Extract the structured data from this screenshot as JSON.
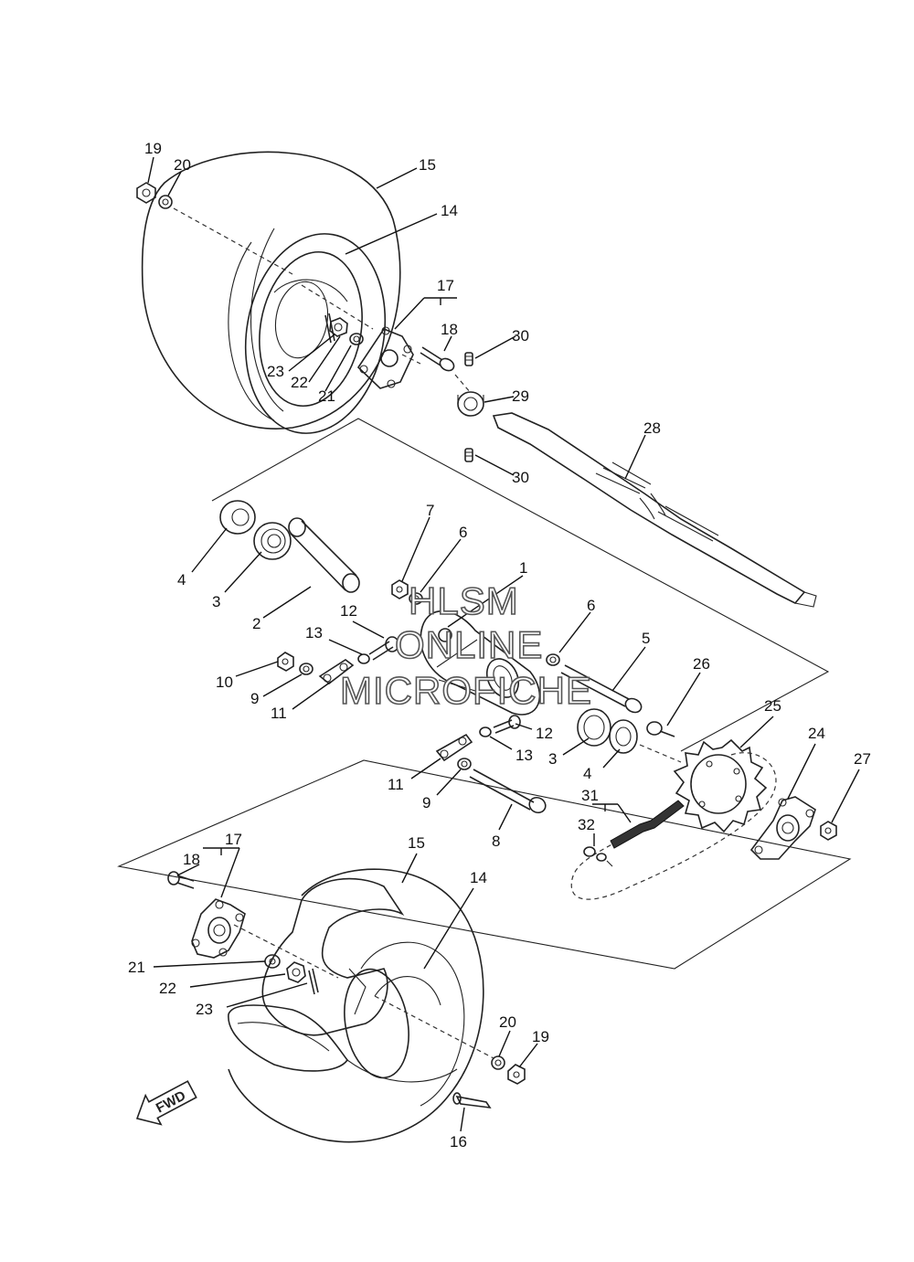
{
  "watermark": {
    "line1": "HLSM",
    "line2": "ONLINE",
    "line3": "MICROFICHE"
  },
  "direction_label": "FWD",
  "callouts": {
    "c1": "1",
    "c2": "2",
    "c3a": "3",
    "c3b": "3",
    "c4a": "4",
    "c4b": "4",
    "c5": "5",
    "c6a": "6",
    "c6b": "6",
    "c7": "7",
    "c8": "8",
    "c9a": "9",
    "c9b": "9",
    "c10": "10",
    "c11a": "11",
    "c11b": "11",
    "c12a": "12",
    "c12b": "12",
    "c13a": "13",
    "c13b": "13",
    "c14a": "14",
    "c14b": "14",
    "c15a": "15",
    "c15b": "15",
    "c16": "16",
    "c17a": "17",
    "c17b": "17",
    "c18a": "18",
    "c18b": "18",
    "c19a": "19",
    "c19b": "19",
    "c20a": "20",
    "c20b": "20",
    "c21a": "21",
    "c21b": "21",
    "c22a": "22",
    "c22b": "22",
    "c23a": "23",
    "c23b": "23",
    "c24": "24",
    "c25": "25",
    "c26": "26",
    "c27": "27",
    "c28": "28",
    "c29": "29",
    "c30a": "30",
    "c30b": "30",
    "c31": "31",
    "c32": "32"
  }
}
